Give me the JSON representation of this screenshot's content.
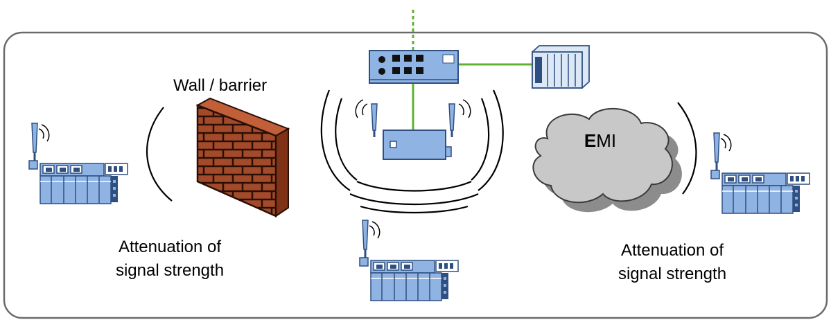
{
  "labels": {
    "wall": "Wall / barrier",
    "emi_first": "E",
    "emi_rest": "MI",
    "attenuation_left_1": "Attenuation of",
    "attenuation_left_2": "signal strength",
    "attenuation_right_1": "Attenuation of",
    "attenuation_right_2": "signal strength"
  },
  "icons": {
    "switch": "network-switch-icon",
    "plc": "plc-controller-icon",
    "access_point": "wireless-access-point-icon",
    "io_station": "wireless-io-station-icon",
    "wall": "brick-wall-icon",
    "cloud": "emi-cloud-icon"
  },
  "colors": {
    "device_fill": "#8fb4e3",
    "device_stroke": "#2f4f80",
    "cable": "#5fb130",
    "brick": "#a34a2a",
    "cloud": "#c8c8c8",
    "cloud_shadow": "#8c8c8c",
    "frame": "#6b6b6b"
  }
}
